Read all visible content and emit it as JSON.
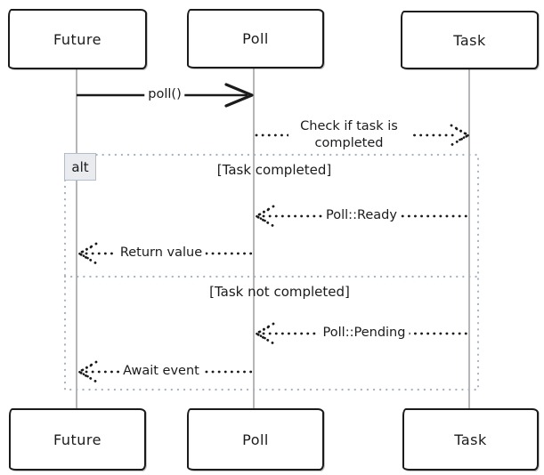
{
  "participants": [
    {
      "name": "Future"
    },
    {
      "name": "Poll"
    },
    {
      "name": "Task"
    }
  ],
  "messages": {
    "poll_call": "poll()",
    "check_task": "Check if task is completed",
    "poll_ready": "Poll::Ready",
    "return_value": "Return value",
    "poll_pending": "Poll::Pending",
    "await_event": "Await event"
  },
  "alt_frame": {
    "operator": "alt",
    "guards": [
      "[Task completed]",
      "[Task not completed]"
    ]
  },
  "colors": {
    "stroke": "#1b1b1b",
    "lifeline": "#a9aaad",
    "frame_dots": "#a7b0bd",
    "alt_label_fill": "#e9ebee",
    "alt_label_border": "#b6bdc6",
    "background": "#ffffff"
  }
}
